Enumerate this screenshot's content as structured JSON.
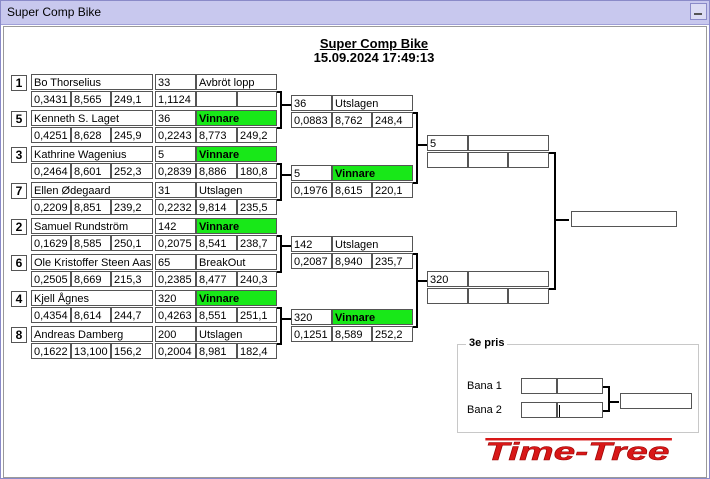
{
  "window": {
    "title": "Super Comp Bike"
  },
  "header": {
    "title": "Super Comp Bike",
    "datetime": "15.09.2024 17:49:13"
  },
  "round1": [
    {
      "seed": "1",
      "name": "Bo Thorselius",
      "rt": "0,3431",
      "et": "8,565",
      "speed": "249,1",
      "dial": "33",
      "status": "Avbröt lopp",
      "diff": "1,1124",
      "c2": "",
      "c3": ""
    },
    {
      "seed": "5",
      "name": "Kenneth S. Laget",
      "rt": "0,4251",
      "et": "8,628",
      "speed": "245,9",
      "dial": "36",
      "status": "Vinnare",
      "diff": "0,2243",
      "c2": "8,773",
      "c3": "249,2"
    },
    {
      "seed": "3",
      "name": "Kathrine Wagenius",
      "rt": "0,2464",
      "et": "8,601",
      "speed": "252,3",
      "dial": "5",
      "status": "Vinnare",
      "diff": "0,2839",
      "c2": "8,886",
      "c3": "180,8"
    },
    {
      "seed": "7",
      "name": "Ellen Ødegaard",
      "rt": "0,2209",
      "et": "8,851",
      "speed": "239,2",
      "dial": "31",
      "status": "Utslagen",
      "diff": "0,2232",
      "c2": "9,814",
      "c3": "235,5"
    },
    {
      "seed": "2",
      "name": "Samuel Rundström",
      "rt": "0,1629",
      "et": "8,585",
      "speed": "250,1",
      "dial": "142",
      "status": "Vinnare",
      "diff": "0,2075",
      "c2": "8,541",
      "c3": "238,7"
    },
    {
      "seed": "6",
      "name": "Ole Kristoffer Steen Aas",
      "rt": "0,2505",
      "et": "8,669",
      "speed": "215,3",
      "dial": "65",
      "status": "BreakOut",
      "diff": "0,2385",
      "c2": "8,477",
      "c3": "240,3"
    },
    {
      "seed": "4",
      "name": "Kjell Ågnes",
      "rt": "0,4354",
      "et": "8,614",
      "speed": "244,7",
      "dial": "320",
      "status": "Vinnare",
      "diff": "0,4263",
      "c2": "8,551",
      "c3": "251,1"
    },
    {
      "seed": "8",
      "name": "Andreas Damberg",
      "rt": "0,1622",
      "et": "13,100",
      "speed": "156,2",
      "dial": "200",
      "status": "Utslagen",
      "diff": "0,2004",
      "c2": "8,981",
      "c3": "182,4"
    }
  ],
  "round2": [
    {
      "dial": "36",
      "status": "Utslagen",
      "rt": "0,0883",
      "et": "8,762",
      "speed": "248,4"
    },
    {
      "dial": "5",
      "status": "Vinnare",
      "rt": "0,1976",
      "et": "8,615",
      "speed": "220,1"
    },
    {
      "dial": "142",
      "status": "Utslagen",
      "rt": "0,2087",
      "et": "8,940",
      "speed": "235,7"
    },
    {
      "dial": "320",
      "status": "Vinnare",
      "rt": "0,1251",
      "et": "8,589",
      "speed": "252,2"
    }
  ],
  "semis": [
    {
      "dial": "5",
      "status": "",
      "c1": "",
      "c2": "",
      "c3": ""
    },
    {
      "dial": "320",
      "status": "",
      "c1": "",
      "c2": "",
      "c3": ""
    }
  ],
  "final": {
    "value": ""
  },
  "third_place": {
    "title": "3e pris",
    "lane1_label": "Bana 1",
    "lane2_label": "Bana 2",
    "lane1_a": "",
    "lane1_b": "",
    "lane2_a": "",
    "lane2_b": "",
    "result": ""
  },
  "logo": {
    "text": "Time-Tree",
    "color": "#d81818"
  },
  "colors": {
    "winner": "#18e818"
  }
}
